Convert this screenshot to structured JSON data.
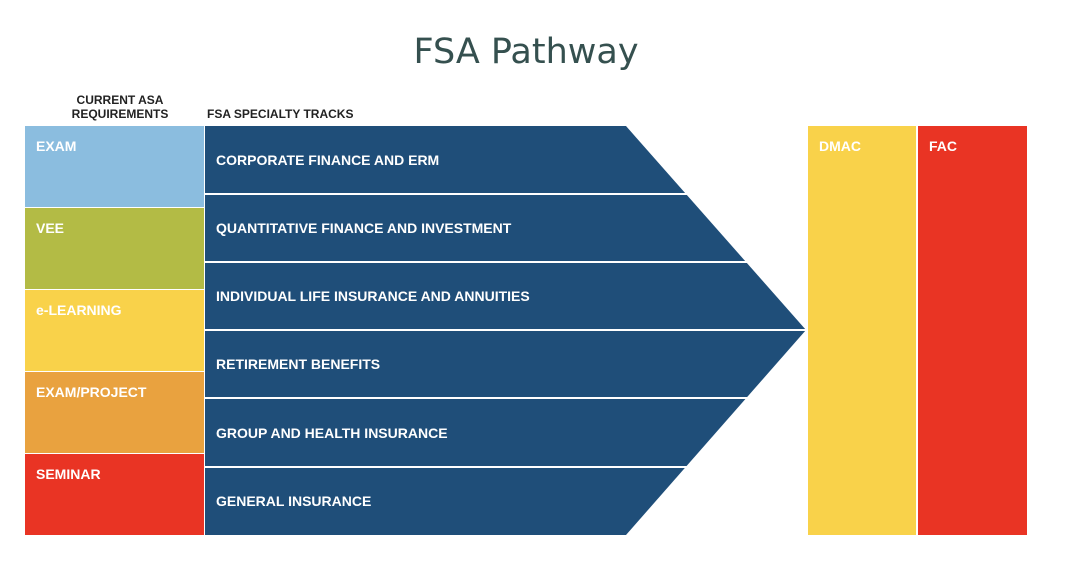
{
  "title": "FSA Pathway",
  "headers": {
    "asa": "CURRENT ASA REQUIREMENTS",
    "asa_line1": "CURRENT ASA",
    "asa_line2": "REQUIREMENTS",
    "tracks": "FSA SPECIALTY TRACKS"
  },
  "asa_requirements": [
    {
      "label": "EXAM",
      "color": "#8bbddf"
    },
    {
      "label": "VEE",
      "color": "#b3bb45"
    },
    {
      "label": "e-LEARNING",
      "color": "#f9d24a"
    },
    {
      "label": "EXAM/PROJECT",
      "color": "#e9a23f"
    },
    {
      "label": "SEMINAR",
      "color": "#e93424"
    }
  ],
  "tracks": [
    {
      "label": "CORPORATE FINANCE AND ERM"
    },
    {
      "label": "QUANTITATIVE FINANCE AND INVESTMENT"
    },
    {
      "label": "INDIVIDUAL LIFE INSURANCE AND ANNUITIES"
    },
    {
      "label": "RETIREMENT BENEFITS"
    },
    {
      "label": "GROUP AND HEALTH INSURANCE"
    },
    {
      "label": "GENERAL INSURANCE"
    }
  ],
  "track_color": "#1f4e79",
  "final": [
    {
      "label": "DMAC",
      "color": "#f9d24a"
    },
    {
      "label": "FAC",
      "color": "#e93424"
    }
  ]
}
